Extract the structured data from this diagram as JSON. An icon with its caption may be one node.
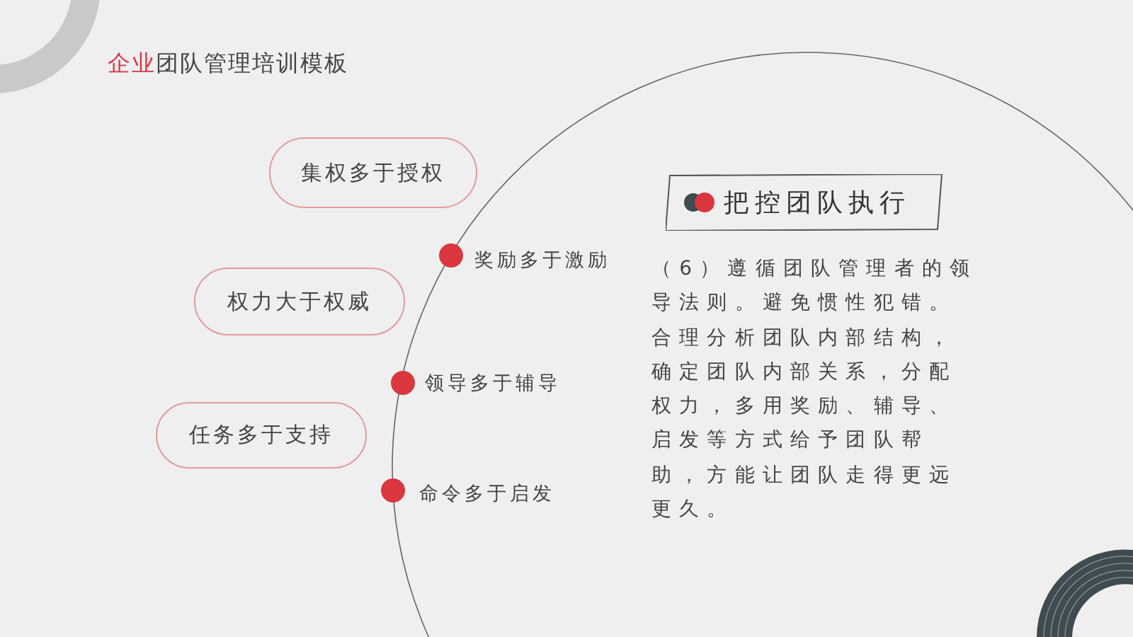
{
  "diagram": {
    "title": "企业团队管理培训模板",
    "nodes": [
      {
        "text": [
          "集权多于授权"
        ]
      },
      {
        "text": [
          "权力大于权威"
        ]
      },
      {
        "text": [
          "任务多于支持"
        ]
      },
      {
        "text": [],
        "shape": "circle",
        "beside": [
          "奖励多于激励"
        ]
      },
      {
        "text": [],
        "shape": "circle",
        "beside": [
          "领导多于辅导"
        ]
      },
      {
        "text": [],
        "shape": "circle",
        "beside": [
          "命令多于启发"
        ]
      },
      {
        "text": [
          "把控团队执行"
        ]
      }
    ],
    "labels": [
      "（6）遵循团队管理者的领导法则。避免惯性犯错。合理分析团队内部结构，确定团队内部关系，分配权力，多用奖励、辅导、启发等方式给予团队帮助，方能让团队走得更远更久。"
    ]
  }
}
